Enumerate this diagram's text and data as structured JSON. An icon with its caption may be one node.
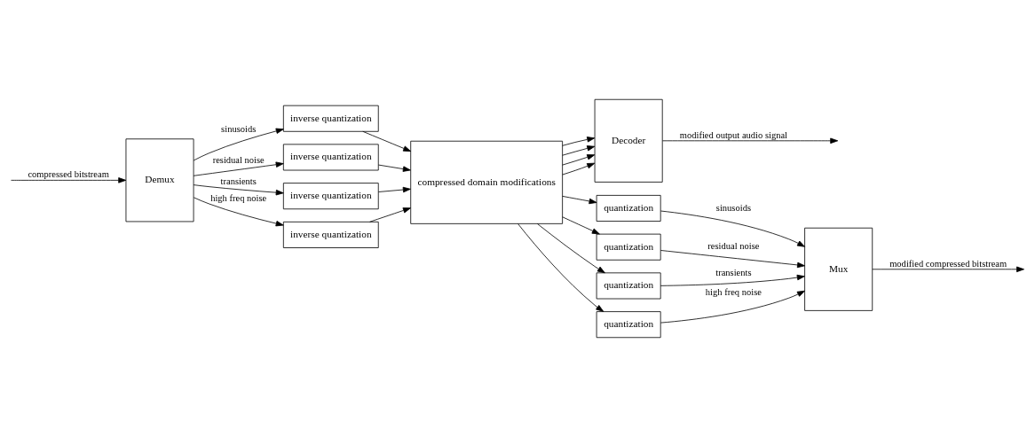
{
  "diagram": {
    "nodes": [
      {
        "text": [
          "Demux"
        ]
      },
      {
        "text": [
          "inverse quantization"
        ]
      },
      {
        "text": [
          "inverse quantization"
        ]
      },
      {
        "text": [
          "inverse quantization"
        ]
      },
      {
        "text": [
          "inverse quantization"
        ]
      },
      {
        "text": [
          "compressed domain modifications"
        ]
      },
      {
        "text": [
          "Decoder"
        ]
      },
      {
        "text": [
          "Mux"
        ]
      },
      {
        "text": [
          "quantization"
        ]
      },
      {
        "text": [
          "quantization"
        ]
      },
      {
        "text": [
          "quantization"
        ]
      },
      {
        "text": [
          "quantization"
        ]
      }
    ],
    "edges": [
      {
        "from": null,
        "to": 0,
        "arrow": "to",
        "label": "compressed bitstream"
      },
      {
        "from": 0,
        "to": 1,
        "arrow": "to",
        "label": "sinusoids"
      },
      {
        "from": 0,
        "to": 2,
        "arrow": "to",
        "label": "residual noise"
      },
      {
        "from": 0,
        "to": 3,
        "arrow": "to",
        "label": "transients"
      },
      {
        "from": 0,
        "to": 4,
        "arrow": "to",
        "label": "high freq noise"
      },
      {
        "from": 1,
        "to": 5,
        "arrow": "to"
      },
      {
        "from": 2,
        "to": 5,
        "arrow": "to"
      },
      {
        "from": 3,
        "to": 5,
        "arrow": "to"
      },
      {
        "from": 4,
        "to": 5,
        "arrow": "to"
      },
      {
        "from": 5,
        "to": 6,
        "arrow": "to"
      },
      {
        "from": 5,
        "to": 6,
        "arrow": "to"
      },
      {
        "from": 5,
        "to": 6,
        "arrow": "to"
      },
      {
        "from": 5,
        "to": 6,
        "arrow": "to"
      },
      {
        "from": 6,
        "to": null,
        "arrow": "to",
        "label": "modified output audio signal"
      },
      {
        "from": 5,
        "to": 8,
        "arrow": "to"
      },
      {
        "from": 5,
        "to": 9,
        "arrow": "to"
      },
      {
        "from": 5,
        "to": 10,
        "arrow": "to"
      },
      {
        "from": 5,
        "to": 11,
        "arrow": "to"
      },
      {
        "from": 8,
        "to": 7,
        "arrow": "to",
        "label": "sinusoids"
      },
      {
        "from": 9,
        "to": 7,
        "arrow": "to",
        "label": "residual noise"
      },
      {
        "from": 10,
        "to": 7,
        "arrow": "to",
        "label": "transients"
      },
      {
        "from": 11,
        "to": 7,
        "arrow": "to",
        "label": "high freq noise"
      },
      {
        "from": 7,
        "to": null,
        "arrow": "to",
        "label": "modified compressed bitstream"
      }
    ]
  }
}
